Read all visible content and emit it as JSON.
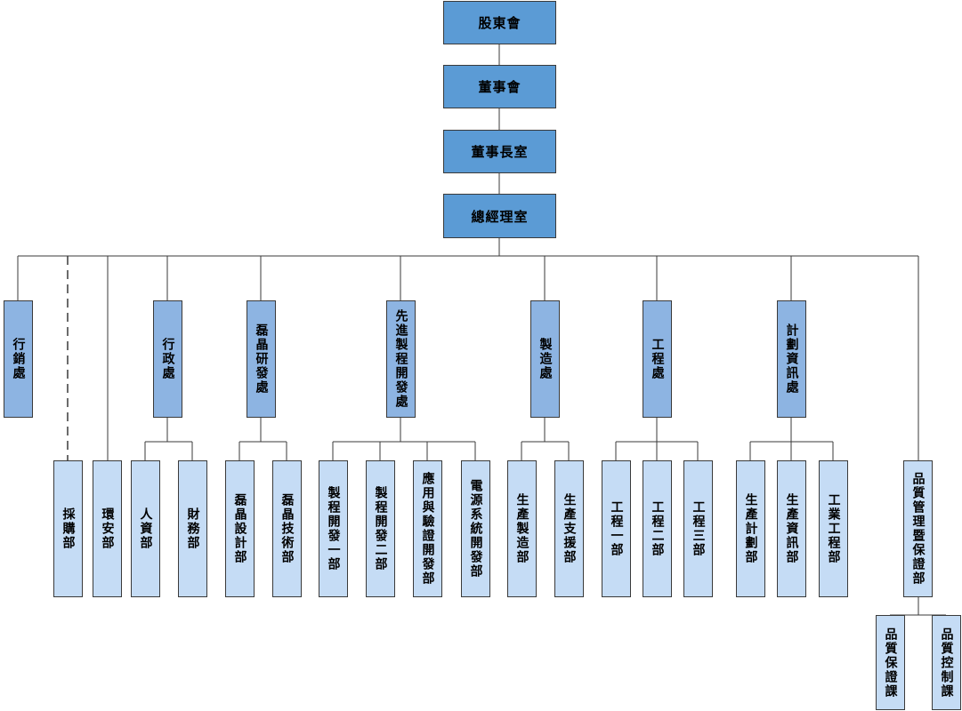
{
  "executive": {
    "shareholders": "股東會",
    "board": "董事會",
    "chairman_office": "董事長室",
    "gm_office": "總經理室"
  },
  "divisions": {
    "marketing": "行銷處",
    "admin": "行政處",
    "epi_rd": "磊晶研發處",
    "adv_process": "先進製程開發處",
    "manufacturing": "製造處",
    "engineering": "工程處",
    "planning_it": "計劃資訊處",
    "qa": "品質管理暨保證部"
  },
  "departments": {
    "purchasing": "採購部",
    "esh": "環安部",
    "hr": "人資部",
    "finance": "財務部",
    "epi_design": "磊晶設計部",
    "epi_tech": "磊晶技術部",
    "process_dev1": "製程開發一部",
    "process_dev2": "製程開發二部",
    "app_verif": "應用與驗證開發部",
    "power_sys": "電源系統開發部",
    "prod_mfg": "生產製造部",
    "prod_support": "生產支援部",
    "eng1": "工程一部",
    "eng2": "工程二部",
    "eng3": "工程三部",
    "prod_plan": "生產計劃部",
    "prod_info": "生產資訊部",
    "ind_eng": "工業工程部",
    "qa_section": "品質保證課",
    "qc_section": "品質控制課"
  },
  "colors": {
    "executive": "#5b9bd5",
    "division": "#8db4e2",
    "department": "#c5dcf5",
    "line": "#3a3a3a"
  }
}
